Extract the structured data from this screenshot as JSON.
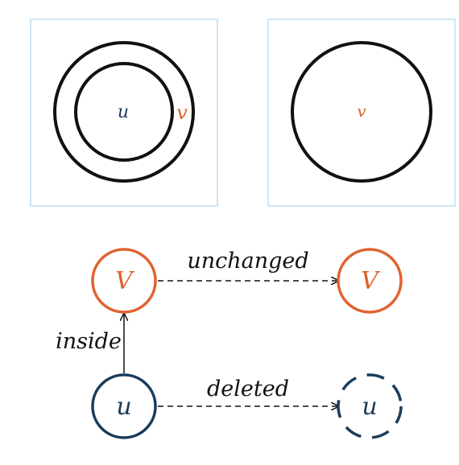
{
  "panels": {
    "left": {
      "inner_label": "u",
      "ring_label": "v"
    },
    "right": {
      "label": "v"
    }
  },
  "graph": {
    "nodes": {
      "v_before": {
        "label": "V"
      },
      "v_after": {
        "label": "V"
      },
      "u_before": {
        "label": "u"
      },
      "u_after": {
        "label": "u"
      }
    },
    "edges": {
      "unchanged": {
        "label": "unchanged"
      },
      "deleted": {
        "label": "deleted"
      },
      "inside": {
        "label": "inside"
      }
    }
  },
  "colors": {
    "panel_border": "#cfe6f7",
    "stroke": "#111111",
    "orange": "#e0622f",
    "navy": "#1a3c5c"
  }
}
